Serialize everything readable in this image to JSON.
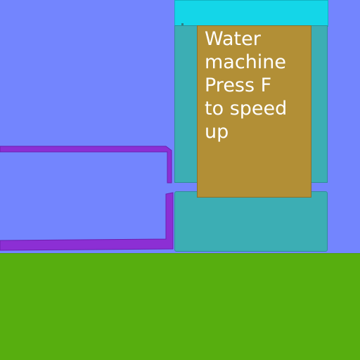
{
  "sign": {
    "lines": [
      "Water",
      "machine",
      "Press F",
      "to speed",
      "up"
    ]
  },
  "colors": {
    "sky": "#7385fe",
    "ground": "#57ae0f",
    "pipe": "#8c2fd4",
    "machine_body": "#3caeb4",
    "machine_lid": "#14d6e8",
    "sign_board": "#b28f36",
    "sign_text": "#ffffff"
  }
}
